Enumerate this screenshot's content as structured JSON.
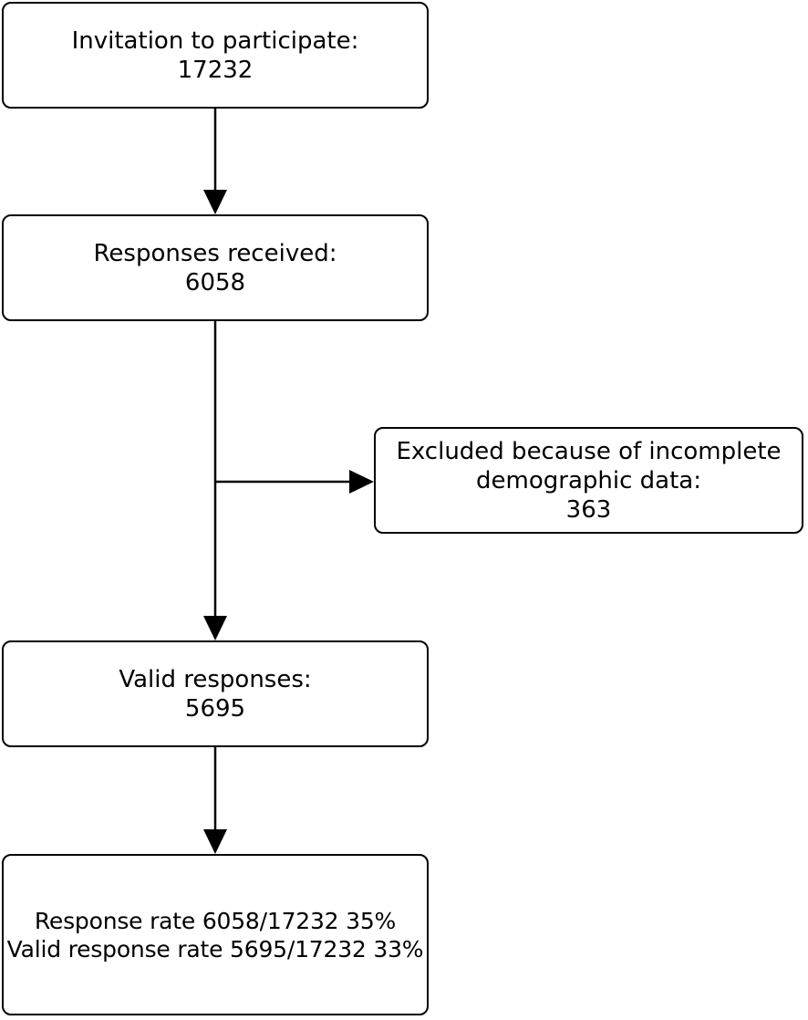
{
  "flowchart": {
    "invitation": {
      "label": "Invitation to participate:",
      "count": "17232"
    },
    "responses": {
      "label": "Responses received:",
      "count": "6058"
    },
    "excluded": {
      "label_line1": "Excluded because of incomplete",
      "label_line2": "demographic data:",
      "count": "363"
    },
    "valid": {
      "label": "Valid responses:",
      "count": "5695"
    },
    "rates": {
      "response_rate": "Response rate 6058/17232 35%",
      "valid_response_rate": "Valid response rate 5695/17232 33%"
    }
  },
  "colors": {
    "stroke": "#000000",
    "background": "#ffffff"
  }
}
